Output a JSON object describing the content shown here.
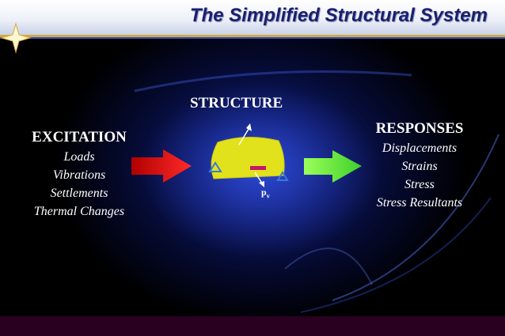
{
  "slide": {
    "title": "The Simplified Structural System",
    "structure_label": "STRUCTURE",
    "excitation": {
      "heading": "EXCITATION",
      "items": [
        "Loads",
        "Vibrations",
        "Settlements",
        "Thermal Changes"
      ]
    },
    "responses": {
      "heading": "RESPONSES",
      "items": [
        "Displacements",
        "Strains",
        "Stress",
        "Stress Resultants"
      ]
    },
    "pv_label": "pv"
  },
  "colors": {
    "title_text": "#1a1f6e",
    "body_blob": "#e2e21c",
    "excitation_arrow": "#cc1111",
    "response_arrow": "#66ee33",
    "support": "#3a7bd5",
    "gold_rule": "#d7a93c"
  }
}
